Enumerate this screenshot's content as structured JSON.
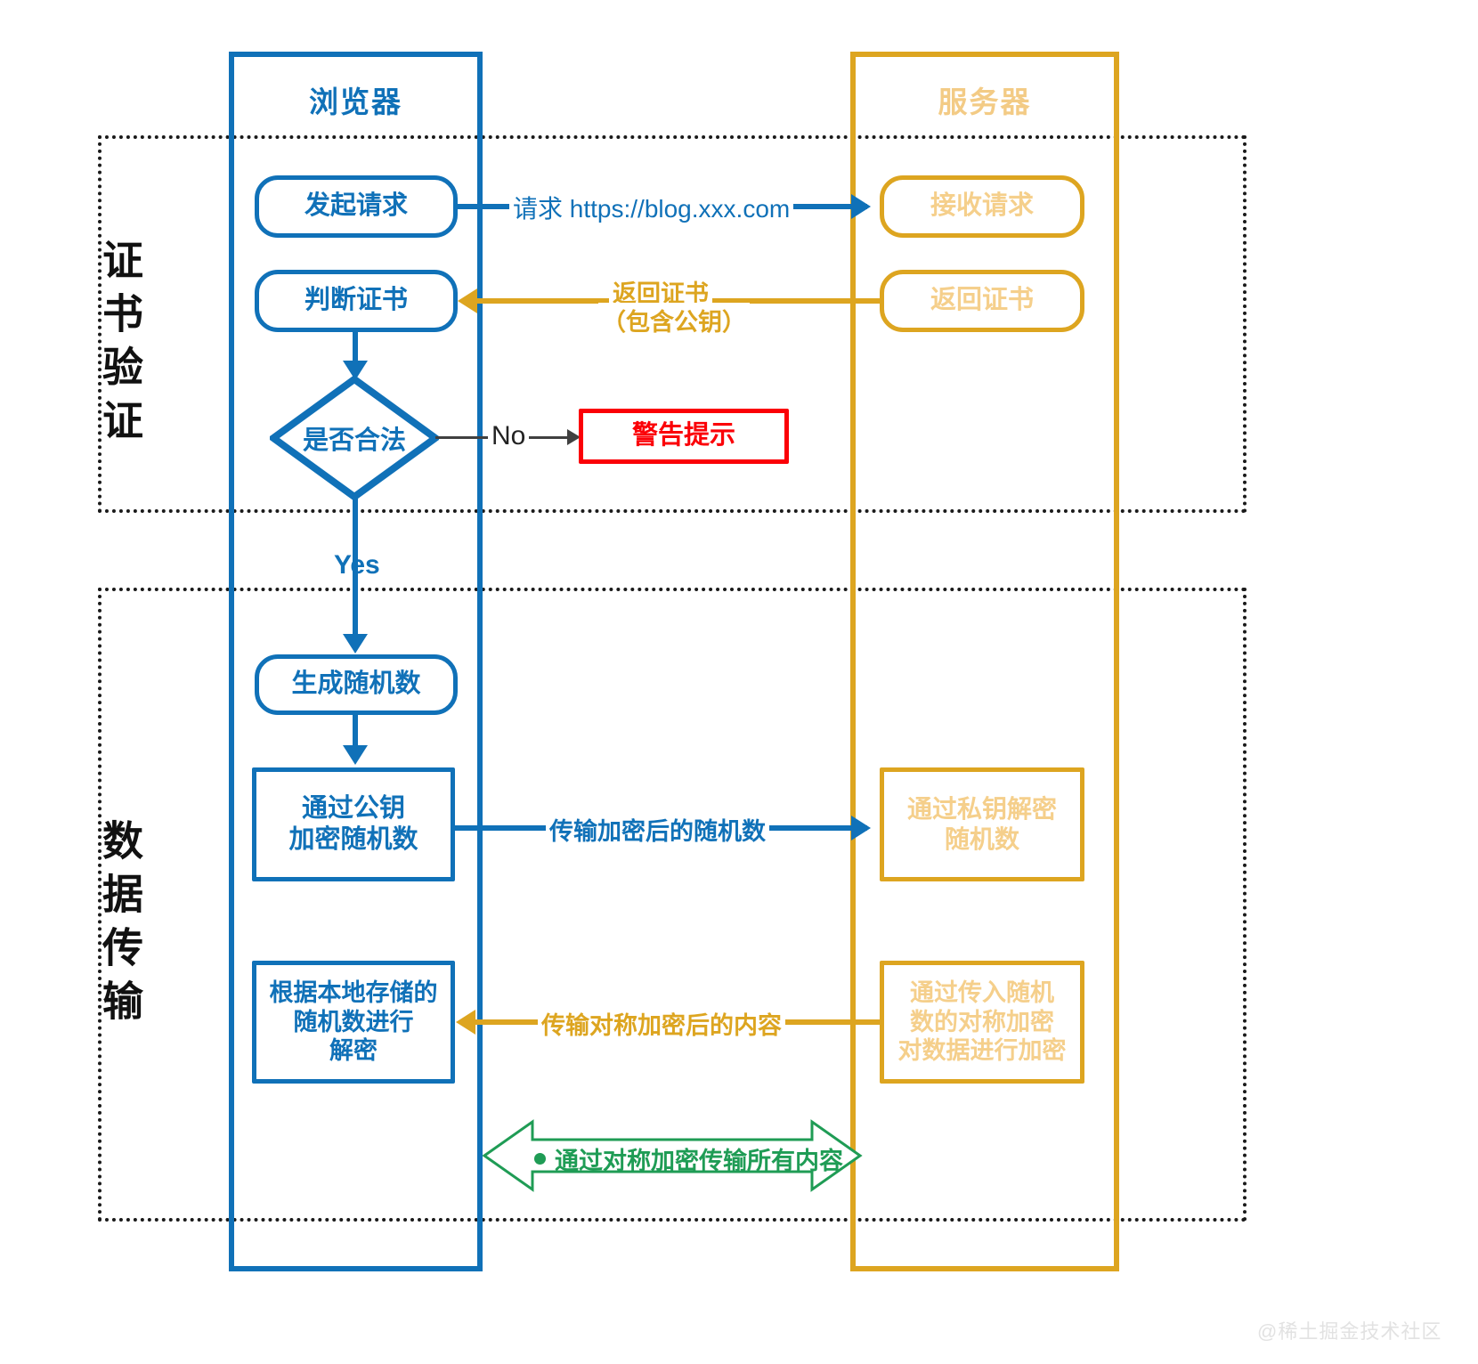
{
  "diagram": {
    "title_browser": "浏览器",
    "title_server": "服务器",
    "watermark": "@稀土掘金技术社区"
  },
  "phases": [
    {
      "label": "证书验证"
    },
    {
      "label": "数据传输"
    }
  ],
  "browser_nodes": {
    "request": "发起请求",
    "check_cert": "判断证书",
    "decision": "是否合法",
    "gen_random": "生成随机数",
    "encrypt_random": "通过公钥\n加密随机数",
    "encrypt_random_l1": "通过公钥",
    "encrypt_random_l2": "加密随机数",
    "local_decrypt_l1": "根据本地存储的",
    "local_decrypt_l2": "随机数进行",
    "local_decrypt_l3": "解密"
  },
  "server_nodes": {
    "receive": "接收请求",
    "return_cert": "返回证书",
    "private_decrypt_l1": "通过私钥解密",
    "private_decrypt_l2": "随机数",
    "sym_encrypt_l1": "通过传入随机",
    "sym_encrypt_l2": "数的对称加密",
    "sym_encrypt_l3": "对数据进行加密"
  },
  "warn_node": {
    "label": "警告提示"
  },
  "edges": {
    "request_url": "请求 https://blog.xxx.com",
    "return_cert_l1": "返回证书",
    "return_cert_l2": "（包含公钥）",
    "no": "No",
    "yes": "Yes",
    "transfer_encrypted_random": "传输加密后的随机数",
    "transfer_sym_content": "传输对称加密后的内容",
    "sym_all": "通过对称加密传输所有内容"
  },
  "colors": {
    "browser_blue": "#1071b8",
    "server_orange": "#dda520",
    "server_text": "#f5cf8b",
    "warn_red": "#fb0007",
    "green": "#1f9c55",
    "dark": "#222222"
  }
}
